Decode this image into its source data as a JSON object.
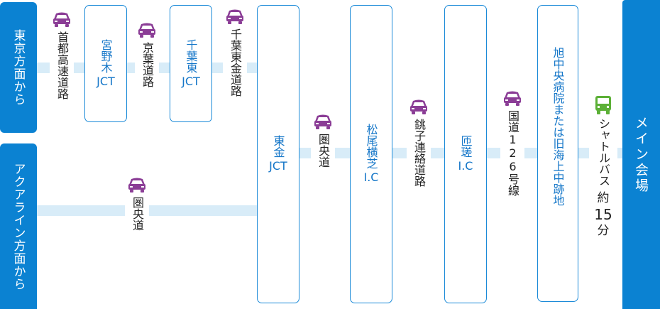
{
  "colors": {
    "accent": "#0b82d2",
    "band": "#d8ecf8",
    "car_icon": "#8b3d96",
    "bus_icon": "#5cb037",
    "node_border": "#1b8ad8",
    "node_text": "#1476c8"
  },
  "origins": {
    "tokyo": "東京方面から",
    "aqualine": "アクアライン方面から"
  },
  "destination": "メイン会場",
  "nodes": {
    "miyanogi": {
      "name": "宮野木",
      "suffix": "JCT"
    },
    "chibahigashi": {
      "name": "千葉東",
      "suffix": "JCT"
    },
    "togane": {
      "name": "東金",
      "suffix": "JCT"
    },
    "matsuo": {
      "name": "松尾横芝",
      "suffix": "I.C"
    },
    "sosa": {
      "name": "匝瑳",
      "suffix": "I.C"
    },
    "venue_site": {
      "name": "旭中央病院または旧海上中跡地"
    }
  },
  "roads": {
    "shuto": {
      "label": "首都高速道路",
      "icon": "car-icon"
    },
    "keiyo": {
      "label": "京葉道路",
      "icon": "car-icon"
    },
    "chiba_togane": {
      "label": "千葉東金道路",
      "icon": "car-icon"
    },
    "ken_o_bottom": {
      "label": "圏央道",
      "icon": "car-icon"
    },
    "ken_o_mid": {
      "label": "圏央道",
      "icon": "car-icon"
    },
    "choshi": {
      "label": "銚子連絡道路",
      "icon": "car-icon"
    },
    "route126": {
      "label": "国道126号線",
      "icon": "car-icon"
    },
    "shuttle": {
      "label": "シャトルバス",
      "duration_prefix": "約",
      "duration_value": "15",
      "duration_unit": "分",
      "icon": "bus-icon"
    }
  }
}
